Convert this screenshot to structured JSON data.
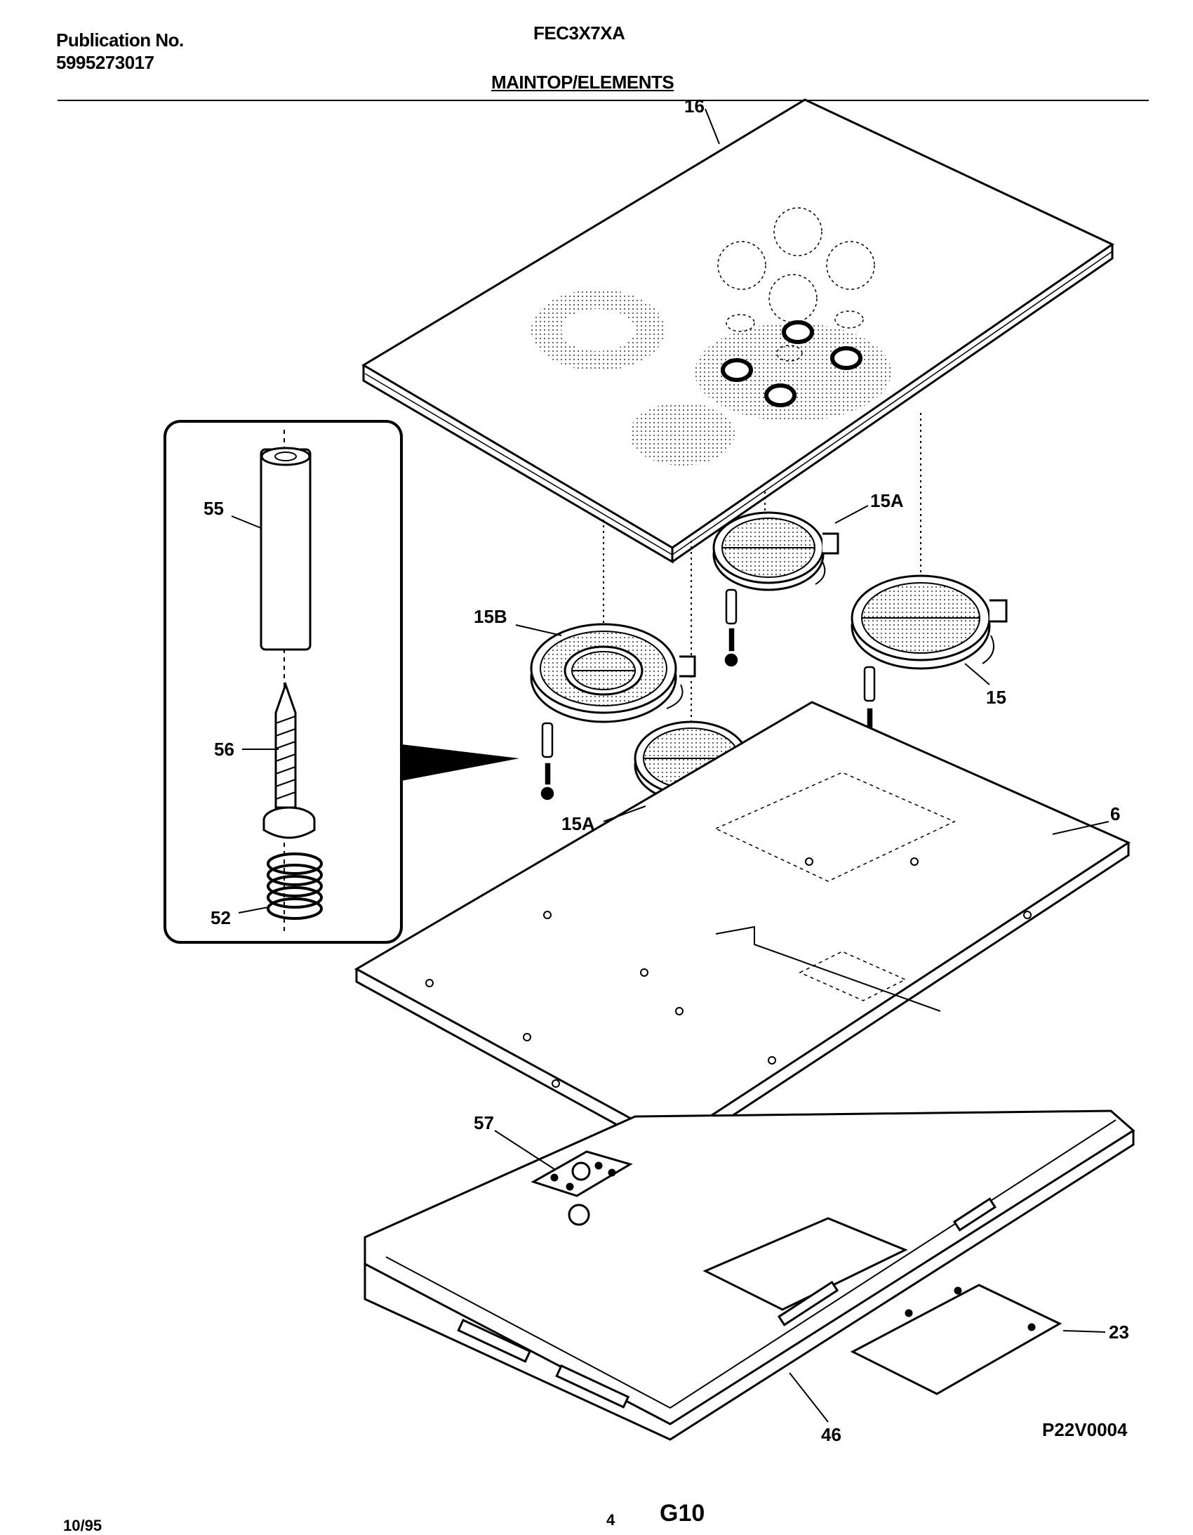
{
  "header": {
    "publication_label": "Publication No.",
    "publication_number": "5995273017",
    "model": "FEC3X7XA",
    "section_title": "MAINTOP/ELEMENTS"
  },
  "callouts": {
    "c16": "16",
    "c15A_top": "15A",
    "c15B": "15B",
    "c15": "15",
    "c15A_bottom": "15A",
    "c6": "6",
    "c55": "55",
    "c56": "56",
    "c52": "52",
    "c57": "57",
    "c23": "23",
    "c46": "46"
  },
  "drawing_code": "P22V0004",
  "footer": {
    "date": "10/95",
    "page_number": "4",
    "grid_code": "G10"
  }
}
